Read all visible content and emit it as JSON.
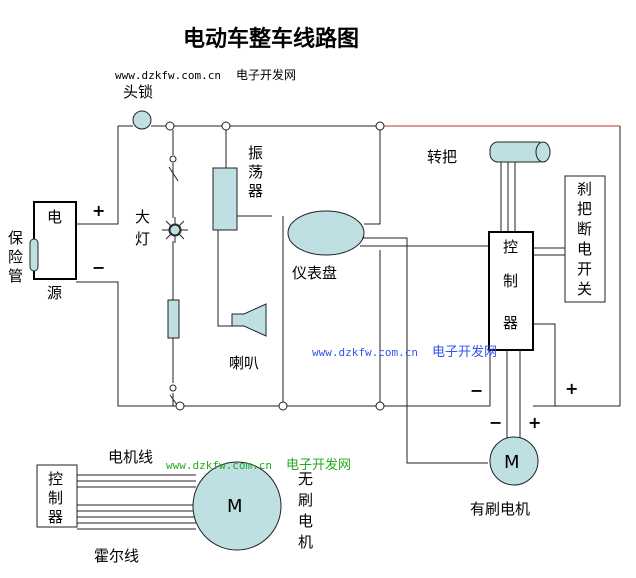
{
  "title": "电动车整车线路图",
  "watermarks": [
    {
      "url": "www.dzkfw.com.cn",
      "name": "电子开发网"
    },
    {
      "url": "www.dzkfw.com.cn",
      "name": "电子开发网"
    },
    {
      "url": "www.dzkfw.com.cn",
      "name": "电子开发网"
    }
  ],
  "labels": {
    "head_lock": "头锁",
    "oscillator": [
      "振",
      "荡",
      "器"
    ],
    "throttle": "转把",
    "brake_switch": [
      "刹",
      "把",
      "断",
      "电",
      "开",
      "关"
    ],
    "power": [
      "电",
      "源"
    ],
    "fuse": [
      "保",
      "险",
      "管"
    ],
    "headlight": [
      "大",
      "灯"
    ],
    "dashboard": "仪表盘",
    "controller": [
      "控",
      "制",
      "器"
    ],
    "horn": "喇叭",
    "brushed_motor": "有刷电机",
    "motor_wire": "电机线",
    "hall_wire": "霍尔线",
    "brushless_motor": [
      "无",
      "刷",
      "电",
      "机"
    ],
    "controller2": [
      "控",
      "制",
      "器"
    ]
  },
  "signs": {
    "plus": "+",
    "minus": "−"
  },
  "motor_symbol": "M",
  "colors": {
    "component_fill": "#bfe0e2",
    "wire": "#222222",
    "top_wire": "#c03030",
    "watermark_blue": "#3355ee",
    "watermark_green": "#22aa22"
  }
}
